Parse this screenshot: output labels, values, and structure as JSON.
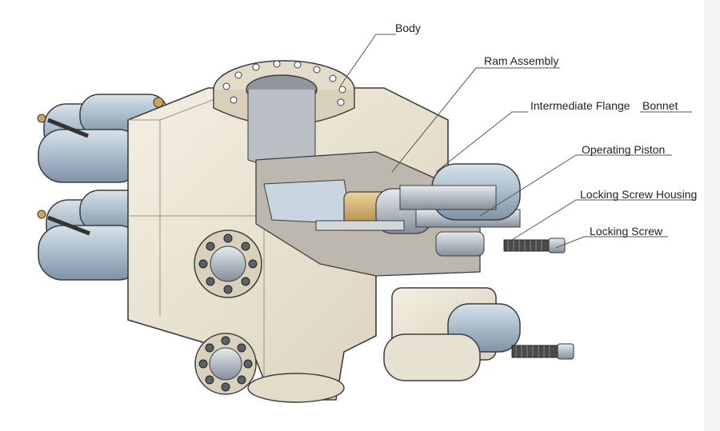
{
  "diagram": {
    "labels": {
      "body": "Body",
      "ram_assembly": "Ram Assembly",
      "intermediate_flange": "Intermediate Flange",
      "bonnet": "Bonnet",
      "operating_piston": "Operating Piston",
      "locking_screw_housing": "Locking Screw Housing",
      "locking_screw": "Locking Screw"
    },
    "colors": {
      "body": "#ece6d6",
      "body_shade": "#d8d0bb",
      "cylinder": "#aebfce",
      "steel": "#c9cfd5",
      "cutaway": "#bcb8ad",
      "brass": "#c9a45a",
      "outline": "#3d3d3d",
      "leader": "#555555"
    }
  }
}
